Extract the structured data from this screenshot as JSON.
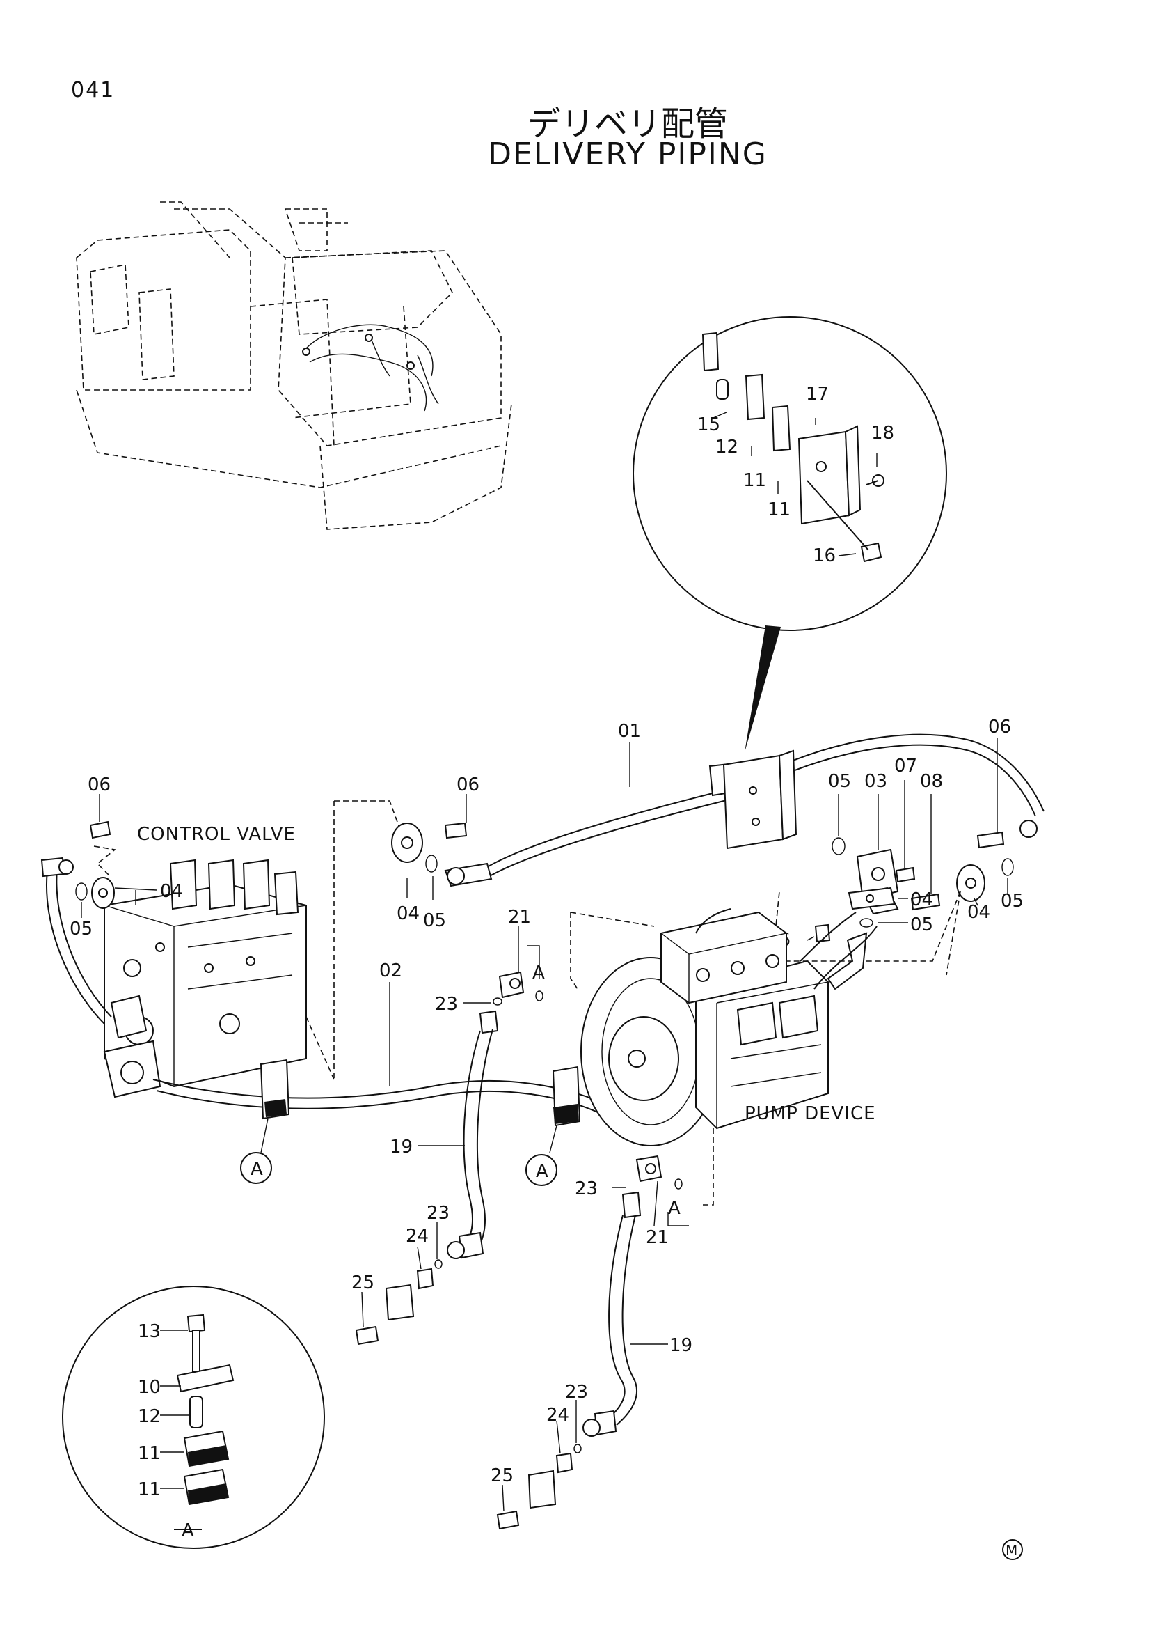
{
  "page": {
    "number": "041",
    "title_jp": "デリベリ配管",
    "title_en": "DELIVERY PIPING",
    "mark": "M"
  },
  "labels": {
    "control_valve": "CONTROL VALVE",
    "pump_device": "PUMP DEVICE",
    "view_a": "A"
  },
  "callouts": {
    "p01": "01",
    "p02": "02",
    "p03": "03",
    "p04": "04",
    "p05": "05",
    "p06": "06",
    "p07": "07",
    "p08": "08",
    "p10": "10",
    "p11": "11",
    "p12": "12",
    "p13": "13",
    "p15": "15",
    "p16": "16",
    "p17": "17",
    "p18": "18",
    "p19": "19",
    "p21": "21",
    "p23": "23",
    "p24": "24",
    "p25": "25"
  }
}
